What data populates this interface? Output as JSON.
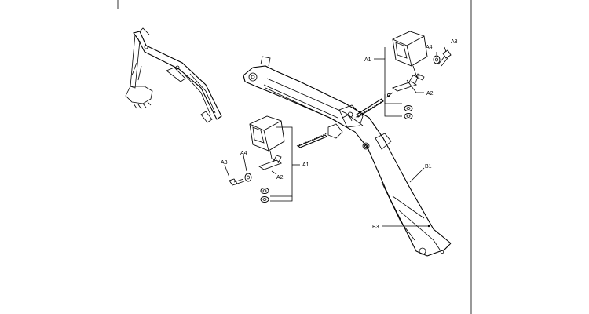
{
  "callouts": {
    "a1_upper": "A1",
    "a2_upper": "A2",
    "a3_upper": "A3",
    "a4_upper": "A4",
    "a1_lower": "A1",
    "a2_lower": "A2",
    "a3_lower": "A3",
    "a4_lower": "A4",
    "b1": "B1",
    "b3": "B3"
  },
  "icons": {
    "worklight": "worklight-lamp-icon",
    "bracket": "mounting-bracket-icon",
    "bolt": "bolt-icon",
    "washer": "washer-icon",
    "nut": "nut-icon"
  }
}
